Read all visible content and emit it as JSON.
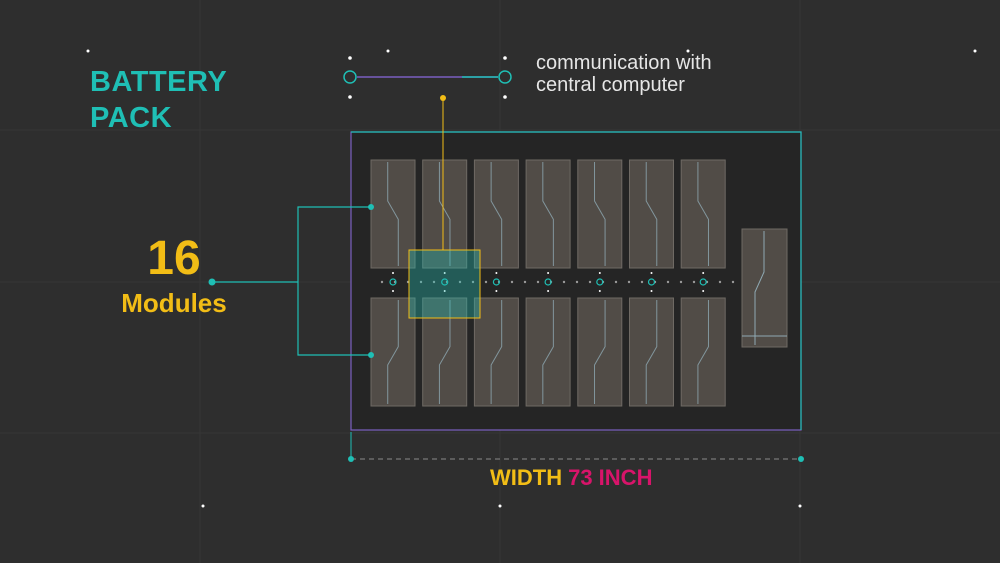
{
  "title": {
    "line1": "BATTERY",
    "line2": "PACK"
  },
  "communication": {
    "line1": "communication with",
    "line2": "central computer"
  },
  "modules": {
    "count": "16",
    "label": "Modules"
  },
  "width": {
    "label": "WIDTH",
    "value": "73 INCH"
  },
  "colors": {
    "background": "#2e2e2e",
    "teal": "#1fbfb5",
    "yellow": "#f2bd16",
    "magenta": "#d8146a",
    "purple": "#7a5fc0",
    "module_fill": "#59534d",
    "pack_fill": "#252525"
  }
}
